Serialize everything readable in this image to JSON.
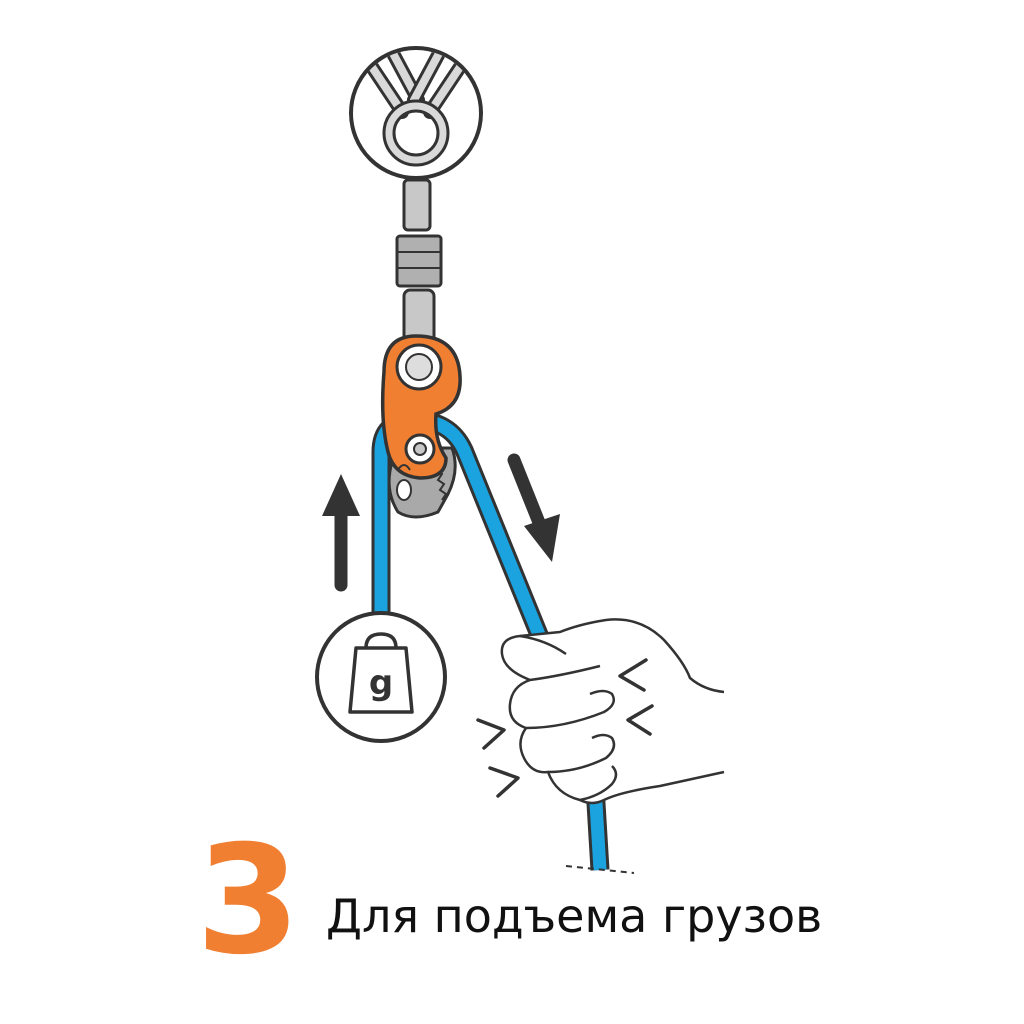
{
  "step": {
    "number": "3",
    "caption": "Для подъема грузов"
  },
  "load": {
    "symbol": "g"
  },
  "colors": {
    "rope": "#1aa3df",
    "device": "#f07f32",
    "step_number": "#f07f32",
    "outline": "#333333",
    "metal": "#c8c8c8",
    "arrow": "#333333"
  },
  "icons": {
    "anchor": "anchor-sling-icon",
    "load": "load-weight-icon",
    "hand": "hand-pulling-icon",
    "arrow_up": "arrow-up-icon",
    "arrow_down": "arrow-down-icon"
  }
}
